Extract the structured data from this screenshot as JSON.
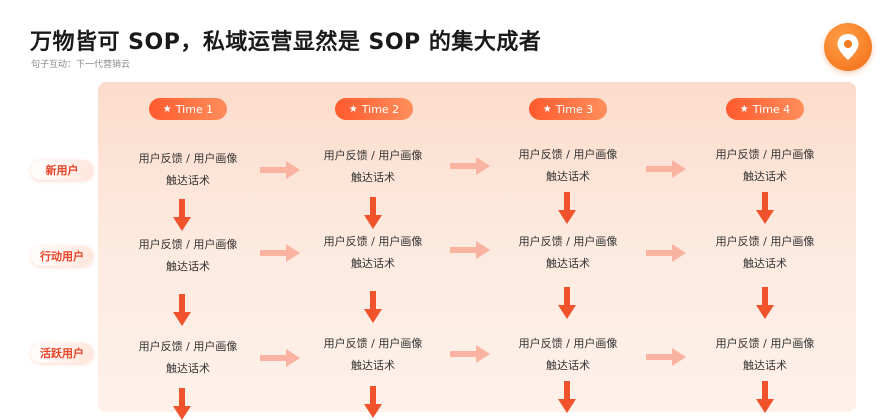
{
  "header": {
    "title": "万物皆可 SOP，私域运营显然是 SOP 的集大成者",
    "subtitle": "句子互动：下一代营销云"
  },
  "timeline": [
    {
      "label": "Time 1"
    },
    {
      "label": "Time 2"
    },
    {
      "label": "Time 3"
    },
    {
      "label": "Time 4"
    }
  ],
  "rows": [
    {
      "label": "新用户"
    },
    {
      "label": "行动用户"
    },
    {
      "label": "活跃用户"
    }
  ],
  "cell": {
    "line1": "用户反馈 / 用户画像",
    "line2": "触达话术"
  },
  "colors": {
    "accent": "#ff5a2e",
    "arrow_vertical": "#f0522c",
    "arrow_horizontal": "#f9b3a0",
    "logo": "#f57a1e"
  }
}
